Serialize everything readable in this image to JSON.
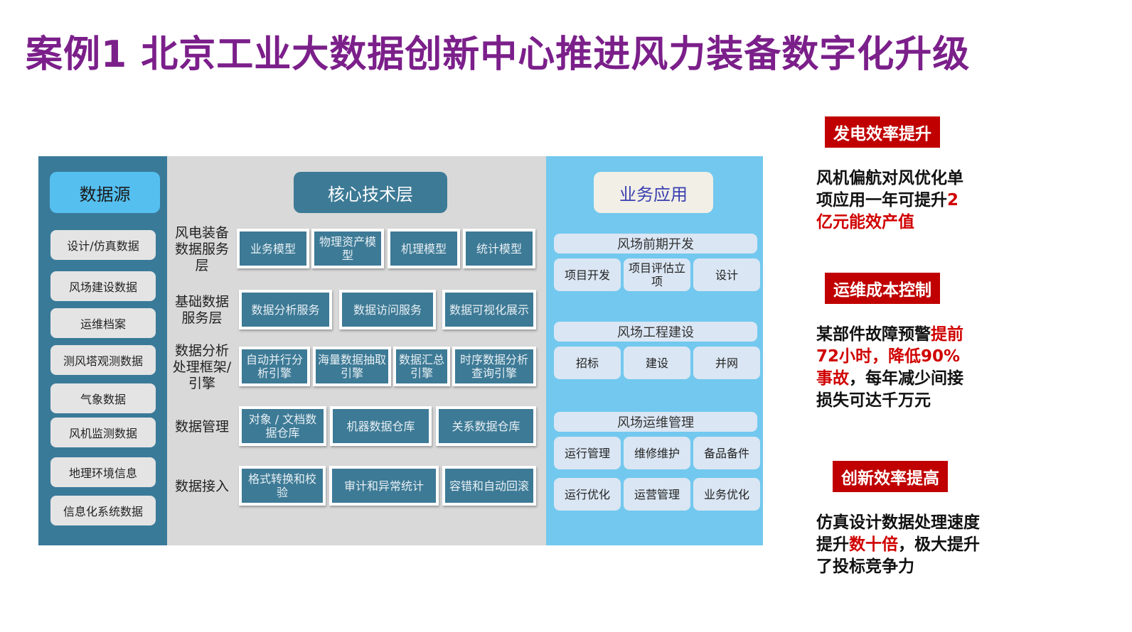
{
  "title": "案例1  北京工业大数据创新中心推进风力装备数字化升级",
  "sources": {
    "header": "数据源",
    "items": [
      "设计/仿真数据",
      "风场建设数据",
      "运维档案",
      "测风塔观测数据",
      "气象数据",
      "风机监测数据",
      "地理环境信息",
      "信息化系统数据"
    ]
  },
  "core": {
    "header": "核心技术层",
    "rows": [
      {
        "label": "风电装备数据服务层",
        "boxes": [
          "业务模型",
          "物理资产模型",
          "机理模型",
          "统计模型"
        ]
      },
      {
        "label": "基础数据服务层",
        "boxes": [
          "数据分析服务",
          "数据访问服务",
          "数据可视化展示"
        ]
      },
      {
        "label": "数据分析处理框架/引擎",
        "boxes": [
          "自动并行分析引擎",
          "海量数据抽取引擎",
          "数据汇总引擎",
          "时序数据分析查询引擎"
        ]
      },
      {
        "label": "数据管理",
        "boxes": [
          "对象 / 文档数据仓库",
          "机器数据仓库",
          "关系数据仓库"
        ]
      },
      {
        "label": "数据接入",
        "boxes": [
          "格式转换和校验",
          "审计和异常统计",
          "容错和自动回滚"
        ]
      }
    ]
  },
  "apps": {
    "header": "业务应用",
    "sections": [
      {
        "title": "风场前期开发",
        "cells": [
          "项目开发",
          "项目评估立项",
          "设计"
        ]
      },
      {
        "title": "风场工程建设",
        "cells": [
          "招标",
          "建设",
          "并网"
        ]
      },
      {
        "title": "风场运维管理",
        "cells": [
          "运行管理",
          "维修维护",
          "备品备件",
          "运行优化",
          "运营管理",
          "业务优化"
        ]
      }
    ]
  },
  "benefits": [
    {
      "badge": "发电效率提升",
      "text1": "风机偏航对风优化单项应用一年可提升",
      "highlight": "2亿元能效产值",
      "text2": ""
    },
    {
      "badge": "运维成本控制",
      "text1": "某部件故障预警",
      "highlight": "提前72小时，降低90%事故",
      "text2": "，每年减少间接损失可达千万元"
    },
    {
      "badge": "创新效率提高",
      "text1": "仿真设计数据处理速度提升",
      "highlight": "数十倍",
      "text2": "，极大提升了投标竞争力"
    }
  ],
  "colors": {
    "title": "#7b1f8a",
    "badge": "#c00000",
    "core_box": "#3d7a96"
  }
}
